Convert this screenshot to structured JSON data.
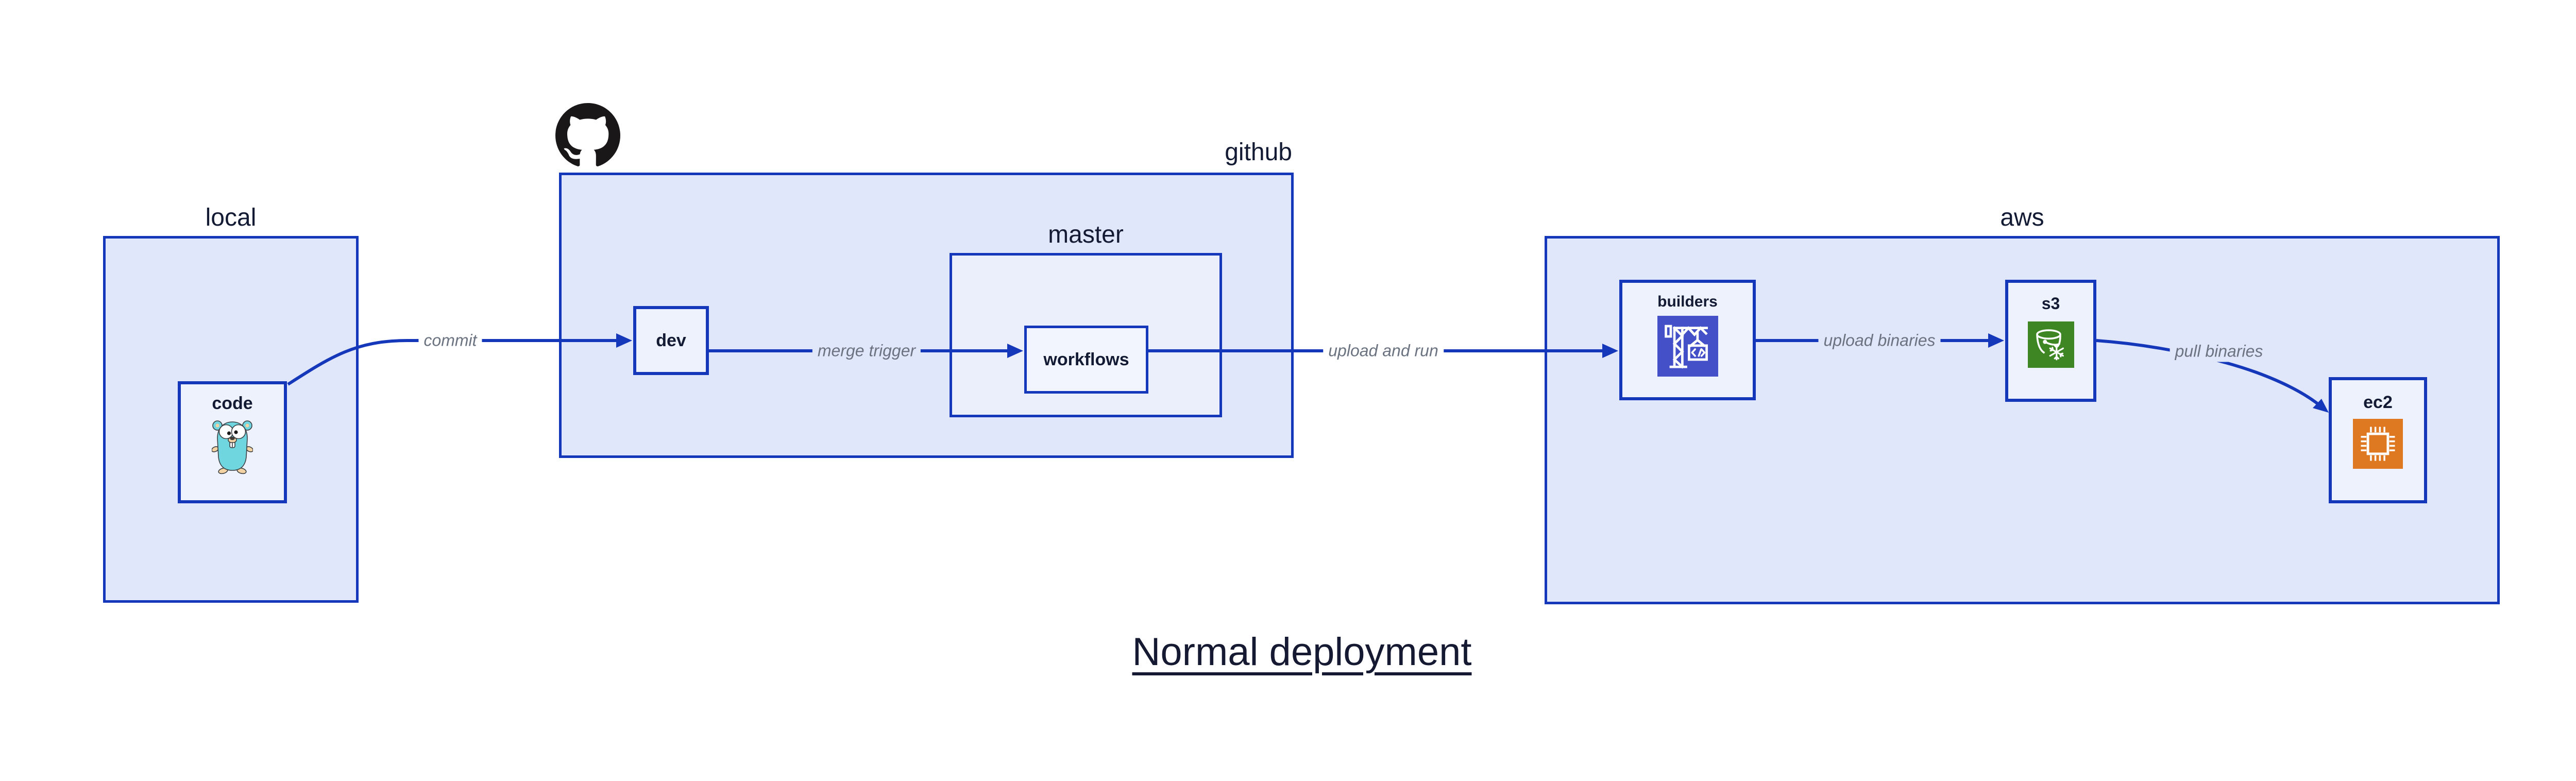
{
  "diagram": {
    "title": "Normal deployment",
    "groups": {
      "local": {
        "label": "local"
      },
      "github": {
        "label": "github"
      },
      "master": {
        "label": "master"
      },
      "aws": {
        "label": "aws"
      }
    },
    "nodes": {
      "code": {
        "label": "code",
        "icon": "go-gopher-icon"
      },
      "dev": {
        "label": "dev"
      },
      "workflows": {
        "label": "workflows"
      },
      "builders": {
        "label": "builders",
        "icon": "aws-codebuild-crane-icon"
      },
      "s3": {
        "label": "s3",
        "icon": "aws-s3-bucket-icon"
      },
      "ec2": {
        "label": "ec2",
        "icon": "aws-ec2-chip-icon"
      }
    },
    "edges": {
      "commit": {
        "label": "commit"
      },
      "merge_trigger": {
        "label": "merge trigger"
      },
      "upload_and_run": {
        "label": "upload and run"
      },
      "upload_binaries": {
        "label": "upload binaries"
      },
      "pull_binaries": {
        "label": "pull binaries"
      }
    },
    "icons": {
      "github_logo": "github-octocat-icon"
    },
    "colors": {
      "accent_blue": "#1538bb",
      "group_fill": "#e1e7fa",
      "sub_fill": "#ebeffb",
      "node_fill": "#eef2fc",
      "text_dark": "#131a33",
      "edge_label_gray": "#6b7280",
      "codebuild_purple": "#4350c8",
      "s3_green": "#3e8624",
      "ec2_orange": "#de7921",
      "gopher_cyan": "#6fd5de",
      "github_black": "#191717",
      "background": "#ffffff"
    }
  }
}
